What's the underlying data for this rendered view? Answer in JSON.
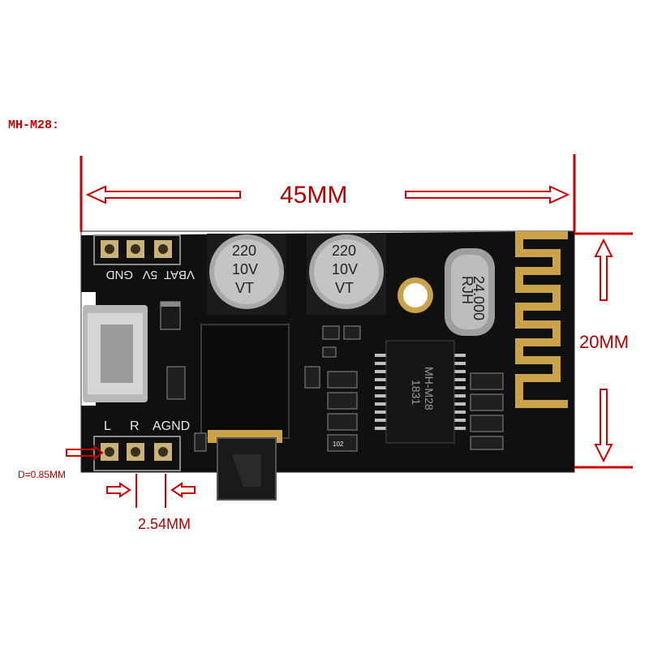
{
  "title": "MH-M28:",
  "dimensions": {
    "width": "45MM",
    "height": "20MM",
    "pitch": "2.54MM",
    "drill": "D=0.85MM"
  },
  "board": {
    "top_pins": [
      "VBAT",
      "5V",
      "GND"
    ],
    "bottom_pins": [
      "L",
      "R",
      "AGND"
    ],
    "capacitors": [
      {
        "value": "220",
        "voltage": "10V",
        "series": "VT"
      },
      {
        "value": "220",
        "voltage": "10V",
        "series": "VT"
      }
    ],
    "crystal": {
      "brand": "RJH",
      "freq": "24.000"
    },
    "chip": {
      "model": "MH-M28",
      "code": "1831"
    },
    "small_marking": "102"
  },
  "colors": {
    "dimension_red": "#cc0000",
    "pcb": "#101010",
    "antenna_gold": "#c9a24a"
  }
}
